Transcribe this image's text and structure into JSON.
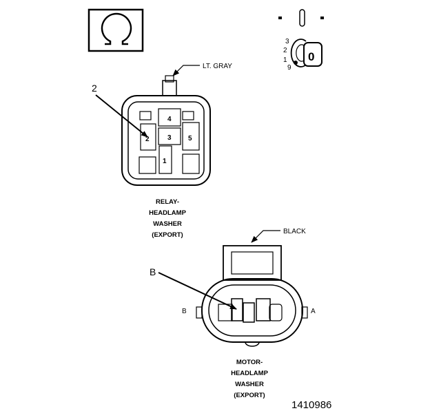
{
  "symbols": {
    "ohm_glyph": "Ω",
    "ignition_key_letter": "0",
    "ignition_positions": [
      "3",
      "2",
      "1",
      "9"
    ]
  },
  "relay_connector": {
    "wire_color_label": "LT. GRAY",
    "callout": "2",
    "pin_labels": [
      "4",
      "3",
      "2",
      "5",
      "1"
    ],
    "caption_lines": [
      "RELAY-",
      "HEADLAMP",
      "WASHER",
      "(EXPORT)"
    ]
  },
  "motor_connector": {
    "wire_color_label": "BLACK",
    "callout": "B",
    "side_label_left": "B",
    "side_label_right": "A",
    "caption_lines": [
      "MOTOR-",
      "HEADLAMP",
      "WASHER",
      "(EXPORT)"
    ]
  },
  "figure_number": "1410986"
}
